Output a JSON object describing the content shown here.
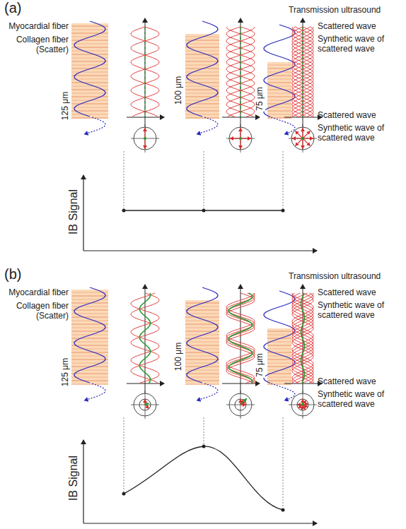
{
  "diagram": {
    "labels": [
      "(a)",
      "Transmission ultrasound",
      "Myocardial fiber",
      "Collagen fiber (Scatter)",
      "Scattered wave",
      "Synthetic wave of scattered wave",
      "Scattered wave",
      "Synthetic wave of scattered wave",
      "125 μm",
      "100 μm",
      "75 μm",
      "IB Signal",
      "(b)",
      "Transmission ultrasound",
      "Myocardial fiber",
      "Collagen fiber (Scatter)",
      "Scattered wave",
      "Synthetic wave of scattered wave",
      "Scattered wave",
      "Synthetic wave of scattered wave",
      "125 μm",
      "100 μm",
      "75 μm",
      "IB Signal"
    ]
  }
}
